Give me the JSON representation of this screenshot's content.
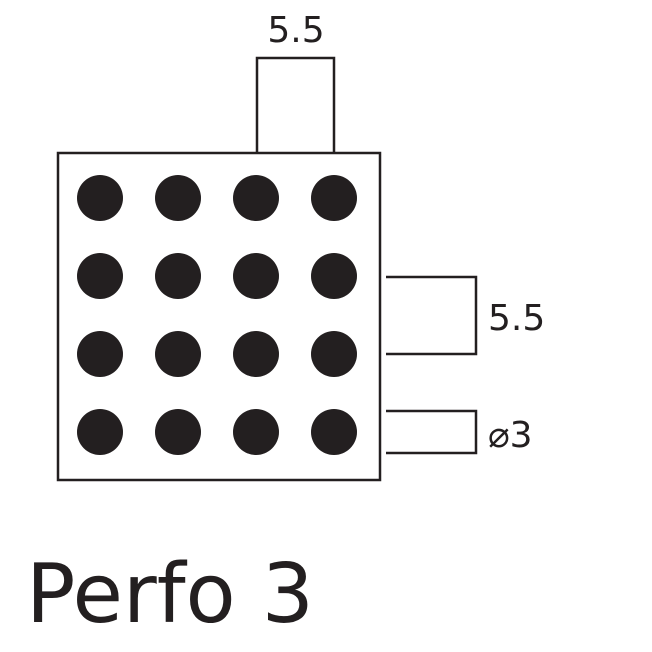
{
  "diagram": {
    "title": "Perfo 3",
    "grid": {
      "rows": 4,
      "cols": 4
    },
    "pitch_horizontal_label": "5.5",
    "pitch_vertical_label": "5.5",
    "hole_diameter_label": "⌀3",
    "ink_color": "#231f20"
  }
}
